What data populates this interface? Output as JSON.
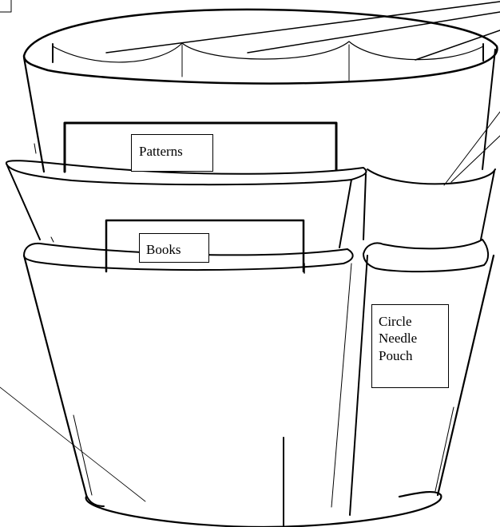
{
  "labels": {
    "patterns": "Patterns",
    "books": "Books",
    "circle_needle_pouch": [
      "Circle",
      "Needle",
      "Pouch"
    ]
  },
  "colors": {
    "line": "#000000",
    "background": "#ffffff"
  }
}
